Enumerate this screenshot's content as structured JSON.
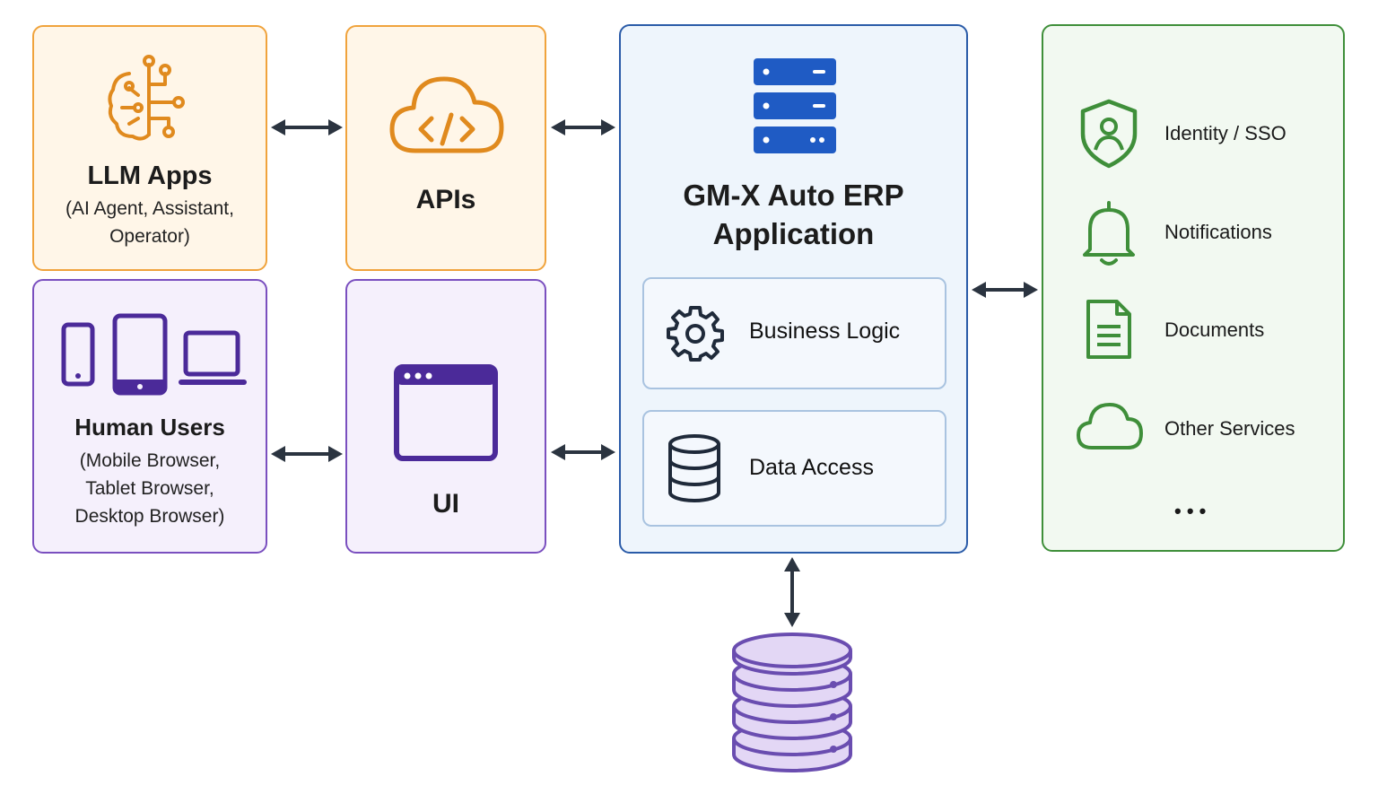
{
  "llm": {
    "title": "LLM Apps",
    "subtitle": [
      "(AI Agent, Assistant,",
      "Operator)"
    ]
  },
  "apis": {
    "title": "APIs"
  },
  "humans": {
    "title": "Human Users",
    "subtitle": [
      "(Mobile Browser,",
      "Tablet Browser,",
      "Desktop Browser)"
    ]
  },
  "ui": {
    "title": "UI"
  },
  "erp": {
    "title": [
      "GM-X Auto ERP",
      "Application"
    ],
    "layers": [
      "Business Logic",
      "Data Access"
    ]
  },
  "external": {
    "items": [
      "Identity / SSO",
      "Notifications",
      "Documents",
      "Other Services"
    ],
    "more": "• • •"
  },
  "colors": {
    "orange": "#f0a33c",
    "orange_icon": "#e08a1e",
    "purple": "#7a4fbf",
    "purple_icon": "#4b2a99",
    "blue": "#2a5ba8",
    "server_blue": "#1f5bc4",
    "green": "#3f8f3a",
    "arrow": "#2b3440",
    "database_fill": "#e3d7f5",
    "database_stroke": "#6a4db0"
  }
}
